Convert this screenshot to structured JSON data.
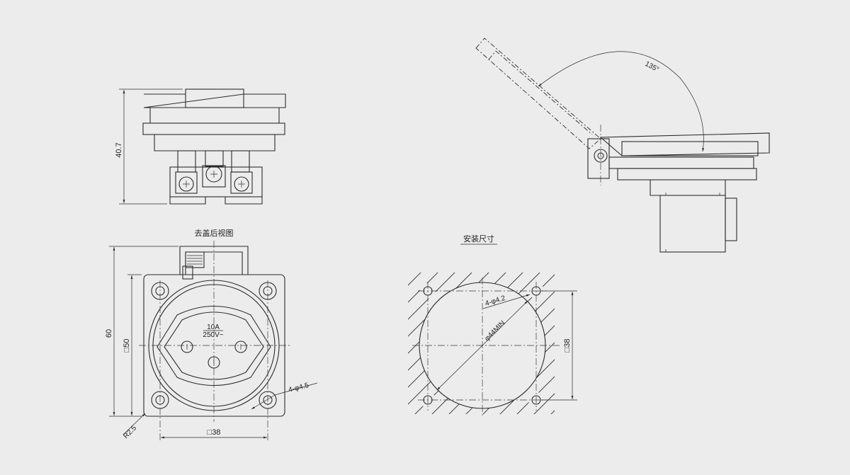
{
  "views": {
    "rear_view_title": "去盖后视图",
    "mounting_title": "安装尺寸"
  },
  "dimensions": {
    "height_side": "40.7",
    "overall_height": "60",
    "square_50": "□50",
    "square_38_bottom": "□38",
    "corner_radius": "R2.5",
    "mount_holes": "4-φ4.5",
    "rating_current": "10A",
    "rating_voltage": "250V~",
    "lid_angle": "135°",
    "cutout_holes": "4-φ4.2",
    "cutout_diameter": "φ44MIN",
    "cutout_square": "□38"
  }
}
